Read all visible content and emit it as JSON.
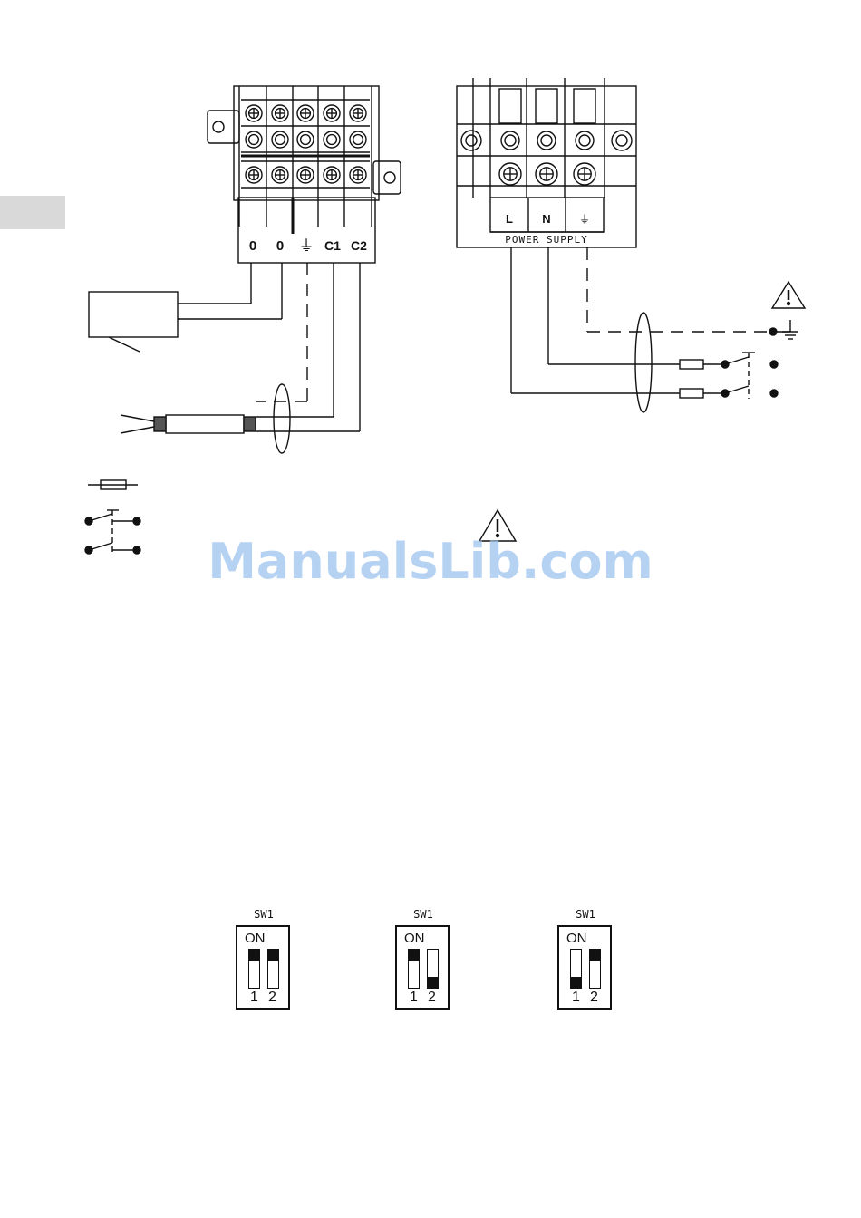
{
  "terminal_block_left": {
    "labels": [
      "0",
      "0",
      "⏚",
      "C1",
      "C2"
    ]
  },
  "terminal_block_right": {
    "labels": [
      "L",
      "N",
      "⏚"
    ],
    "caption": "POWER SUPPLY"
  },
  "watermark": "ManualsLib.com",
  "dip_switches": [
    {
      "title": "SW1",
      "on_label": "ON",
      "numbers": [
        "1",
        "2"
      ],
      "switch_positions": [
        "up",
        "up"
      ]
    },
    {
      "title": "SW1",
      "on_label": "ON",
      "numbers": [
        "1",
        "2"
      ],
      "switch_positions": [
        "up",
        "down"
      ]
    },
    {
      "title": "SW1",
      "on_label": "ON",
      "numbers": [
        "1",
        "2"
      ],
      "switch_positions": [
        "down",
        "up"
      ]
    }
  ],
  "colors": {
    "line": "#111111",
    "watermark": "#9ec4ee",
    "tab": "#d9d9d9"
  }
}
